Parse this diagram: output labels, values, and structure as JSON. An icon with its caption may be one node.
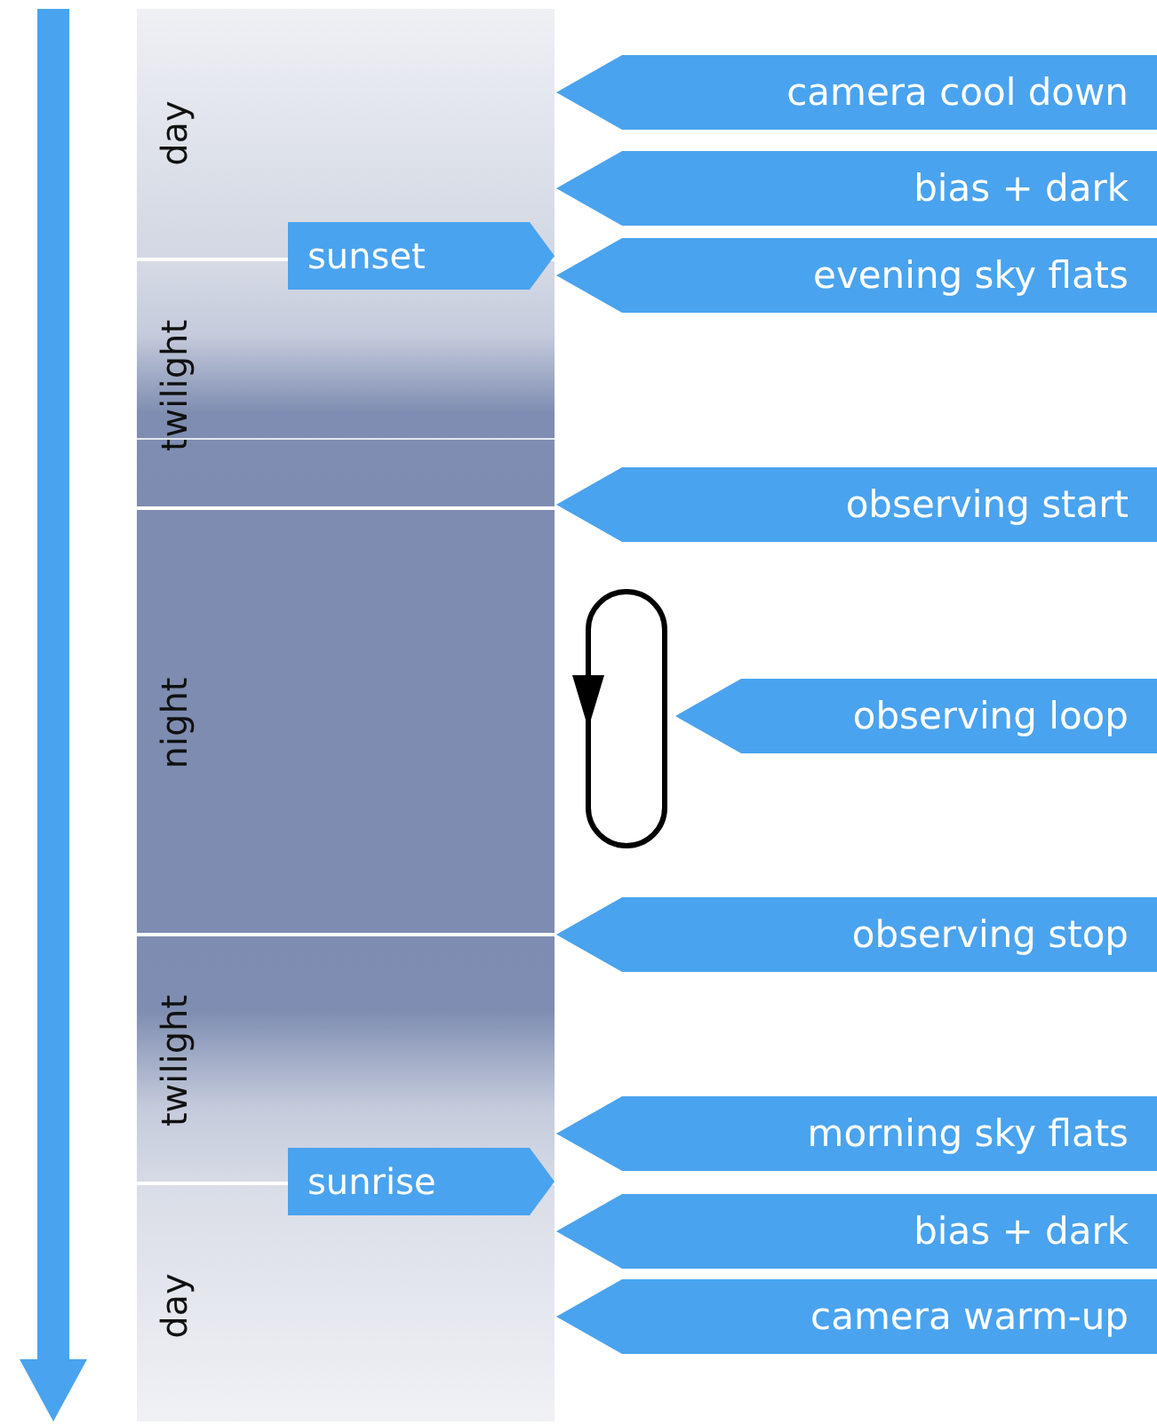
{
  "diagram": {
    "nodes": [
      {
        "text": [
          "day"
        ]
      },
      {
        "text": [
          "camera cool down"
        ]
      },
      {
        "text": [
          "bias + dark"
        ]
      },
      {
        "text": [
          "sunset"
        ]
      },
      {
        "text": [
          "evening sky flats"
        ]
      },
      {
        "text": [
          "twilight"
        ]
      },
      {
        "text": [
          "observing start"
        ]
      },
      {
        "text": [
          "night"
        ]
      },
      {
        "text": [
          "observing loop"
        ]
      },
      {
        "text": [
          "observing stop"
        ]
      },
      {
        "text": [
          "twilight"
        ]
      },
      {
        "text": [
          "morning sky flats"
        ]
      },
      {
        "text": [
          "sunrise"
        ]
      },
      {
        "text": [
          "bias + dark"
        ]
      },
      {
        "text": [
          "camera warm-up"
        ]
      },
      {
        "text": [
          "day"
        ]
      }
    ]
  }
}
